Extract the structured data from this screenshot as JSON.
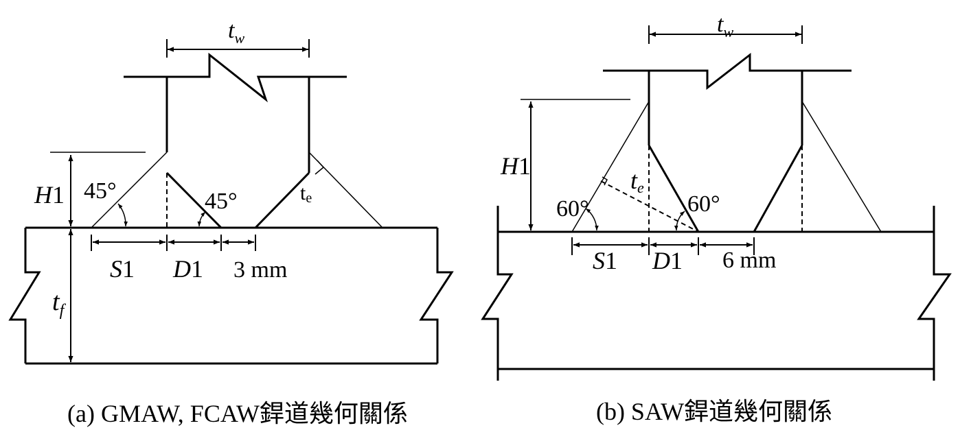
{
  "panel_a": {
    "caption": "(a) GMAW, FCAW銲道幾何關係",
    "labels": {
      "tw_sym": "t",
      "tw_sub": "w",
      "h1_sym": "H",
      "h1_num": "1",
      "angle_s1": "45°",
      "angle_d1": "45°",
      "te_sym": "t",
      "te_sub": "e",
      "s1_sym": "S",
      "s1_num": "1",
      "d1_sym": "D",
      "d1_num": "1",
      "gap": "3 mm",
      "tf_sym": "t",
      "tf_sub": "f"
    }
  },
  "panel_b": {
    "caption": "(b) SAW銲道幾何關係",
    "labels": {
      "tw_sym": "t",
      "tw_sub": "w",
      "h1_sym": "H",
      "h1_num": "1",
      "angle_s1": "60°",
      "angle_d1": "60°",
      "te_sym": "t",
      "te_sub": "e",
      "s1_sym": "S",
      "s1_num": "1",
      "d1_sym": "D",
      "d1_num": "1",
      "gap": "6 mm"
    }
  }
}
